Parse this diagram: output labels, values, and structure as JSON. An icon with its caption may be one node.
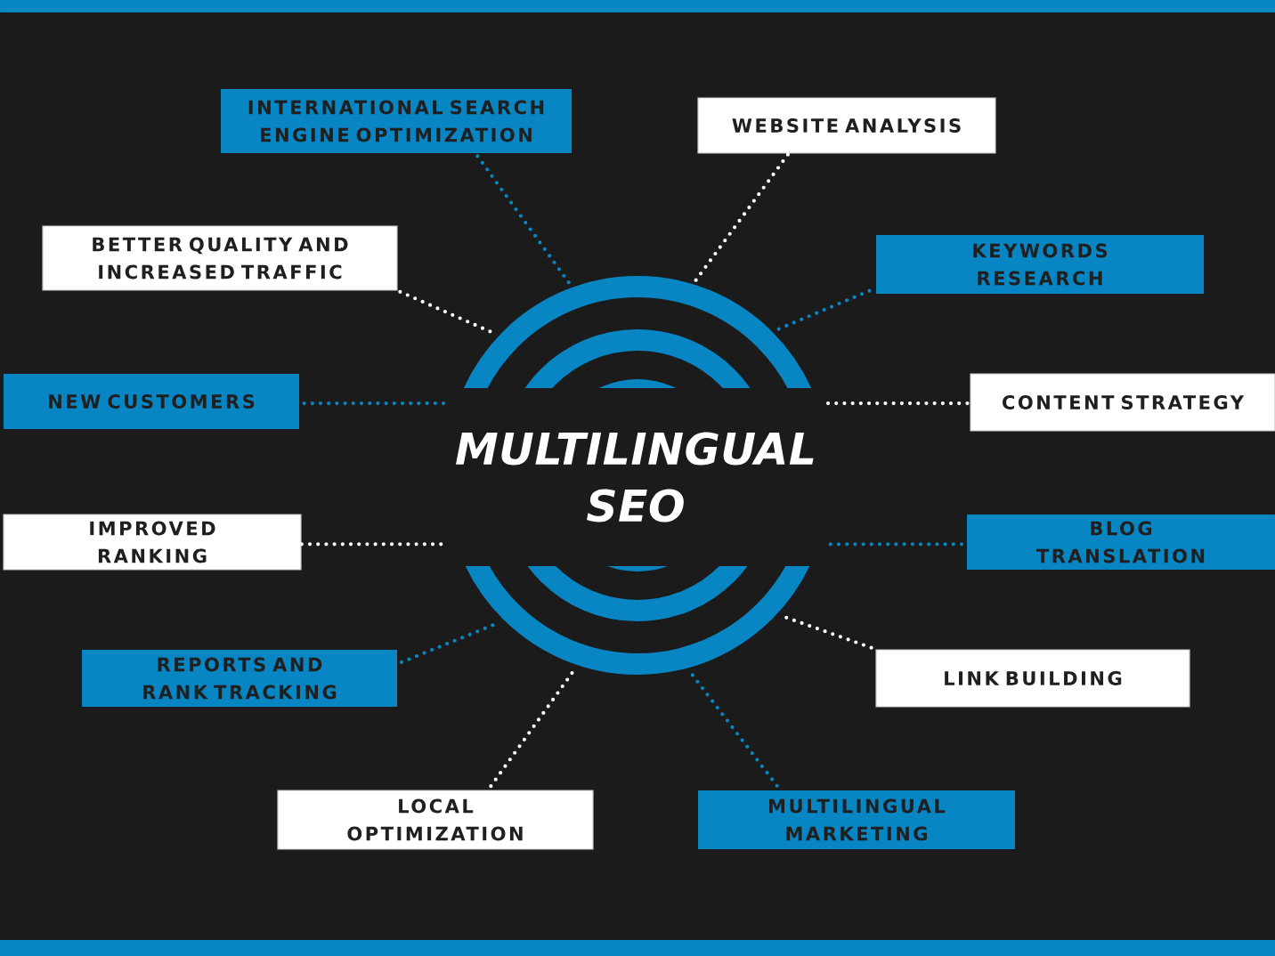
{
  "diagram": {
    "nodes": [
      {
        "text": [
          "MULTILINGUAL SEO"
        ]
      },
      {
        "text": [
          "INTERNATIONAL SEARCH ENGINE OPTIMIZATION"
        ]
      },
      {
        "text": [
          "WEBSITE ANALYSIS"
        ]
      },
      {
        "text": [
          "BETTER QUALITY AND INCREASED TRAFFIC"
        ]
      },
      {
        "text": [
          "KEYWORDS RESEARCH"
        ]
      },
      {
        "text": [
          "NEW CUSTOMERS"
        ]
      },
      {
        "text": [
          "CONTENT STRATEGY"
        ]
      },
      {
        "text": [
          "IMPROVED RANKING"
        ]
      },
      {
        "text": [
          "BLOG TRANSLATION"
        ]
      },
      {
        "text": [
          "REPORTS AND RANK TRACKING"
        ]
      },
      {
        "text": [
          "LINK BUILDING"
        ]
      },
      {
        "text": [
          "LOCAL OPTIMIZATION"
        ]
      },
      {
        "text": [
          "MULTILINGUAL MARKETING"
        ]
      }
    ],
    "edges": [
      {
        "from": 0,
        "to": 1,
        "arrow": "none",
        "color": "#0786c3"
      },
      {
        "from": 0,
        "to": 2,
        "arrow": "none",
        "color": "#ffffff"
      },
      {
        "from": 0,
        "to": 3,
        "arrow": "none",
        "color": "#ffffff"
      },
      {
        "from": 0,
        "to": 4,
        "arrow": "none",
        "color": "#0786c3"
      },
      {
        "from": 0,
        "to": 5,
        "arrow": "none",
        "color": "#0786c3"
      },
      {
        "from": 0,
        "to": 6,
        "arrow": "none",
        "color": "#ffffff"
      },
      {
        "from": 0,
        "to": 7,
        "arrow": "none",
        "color": "#ffffff"
      },
      {
        "from": 0,
        "to": 8,
        "arrow": "none",
        "color": "#0786c3"
      },
      {
        "from": 0,
        "to": 9,
        "arrow": "none",
        "color": "#0786c3"
      },
      {
        "from": 0,
        "to": 10,
        "arrow": "none",
        "color": "#ffffff"
      },
      {
        "from": 0,
        "to": 11,
        "arrow": "none",
        "color": "#ffffff"
      },
      {
        "from": 0,
        "to": 12,
        "arrow": "none",
        "color": "#0786c3"
      }
    ]
  }
}
